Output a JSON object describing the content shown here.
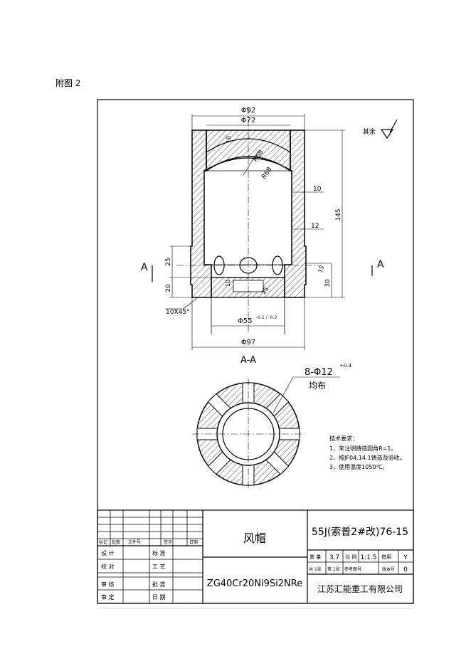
{
  "caption": "附图 2",
  "front_view": {
    "dims": {
      "d92": "Φ92",
      "d72": "Φ72",
      "t10_top": "10",
      "r68a": "R68",
      "r68b": "R68",
      "w10": "10",
      "w12": "12",
      "h145": "145",
      "h25": "25",
      "h20": "20",
      "h10": "10",
      "a25": "25",
      "a15": "15",
      "h30": "30",
      "chamfer": "10X45°",
      "d55": "Φ55",
      "d55_tol": "-0.1 / -0.2",
      "d97": "Φ97"
    },
    "section_mark": "A",
    "surface_note": "其余"
  },
  "section_view": {
    "title": "A-A",
    "holes_spec": "8-Φ12",
    "holes_tol": "+0.4",
    "holes_note": "均布"
  },
  "tech_requirements": {
    "title": "技术要求：",
    "items": [
      "1、未注明铸造圆角R=1。",
      "2、按JF04.14.1铸造及验收。",
      "3、使用温度1050℃。"
    ]
  },
  "title_block": {
    "rev_headers": [
      "标记",
      "处数",
      "文件号",
      "签字",
      "日期"
    ],
    "sign_left": [
      "设 计",
      "校 对",
      "",
      "审 核",
      "审 定"
    ],
    "sign_right": [
      "标 准",
      "工 艺",
      "",
      "批 准",
      "日 期"
    ],
    "part_name": "风帽",
    "material": "ZG40Cr20Ni9Si2NRe",
    "drawing_no": "55J(索普2#改)76-15",
    "weight_label": "重 量",
    "weight": "3.7",
    "scale_label": "比 例",
    "scale": "1:1.5",
    "borrow_label": "借用",
    "borrow": "Y",
    "sheets_total": "共 1张",
    "sheet_no": "第 1张",
    "ref_label": "参考图号",
    "version_label": "版本号",
    "version": "0",
    "company": "江苏汇能重工有限公司"
  }
}
